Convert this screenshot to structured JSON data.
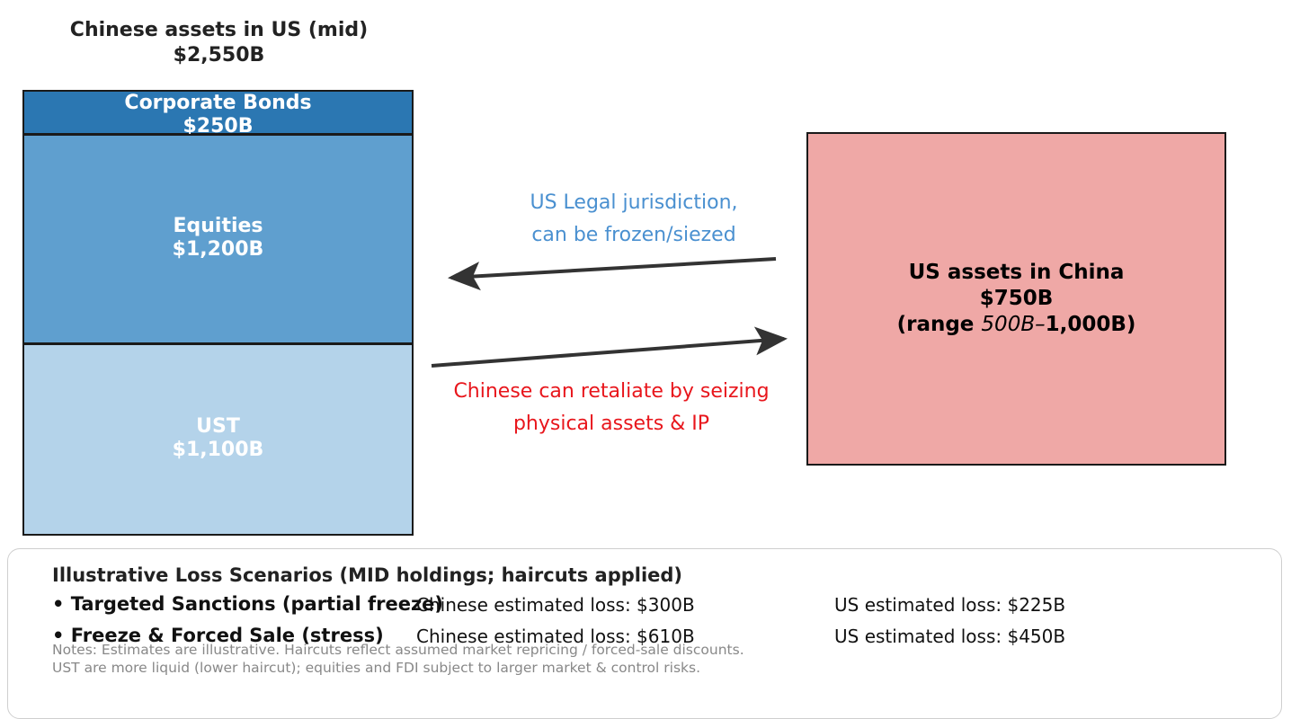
{
  "left_stack": {
    "title": "Chinese assets in US (mid)",
    "total": "$2,550B",
    "blocks": [
      {
        "label": "Corporate Bonds",
        "value": "$250B",
        "color": "#2b77b2"
      },
      {
        "label": "Equities",
        "value": "$1,200B",
        "color": "#5f9fcf"
      },
      {
        "label": "UST",
        "value": "$1,100B",
        "color": "#b4d3ea"
      }
    ]
  },
  "right_box": {
    "title": "US assets in China",
    "value": "$750B",
    "range_prefix": "(range ",
    "range_mid": "500B–",
    "range_suffix": "1,000B)",
    "color": "#efa8a6"
  },
  "arrows": {
    "top_label_line1": "US Legal jurisdiction,",
    "top_label_line2": "can be frozen/siezed",
    "top_label_color": "#4a90d0",
    "bottom_label_line1": "Chinese can retaliate by seizing",
    "bottom_label_line2": "physical assets & IP",
    "bottom_label_color": "#e8161c",
    "arrow_color": "#333333"
  },
  "scenarios": {
    "title": "Illustrative Loss Scenarios (MID holdings; haircuts applied)",
    "items": [
      {
        "name": "• Targeted Sanctions (partial freeze)",
        "china_loss": "Chinese estimated loss: $300B",
        "us_loss": "US estimated loss: $225B"
      },
      {
        "name": "• Freeze & Forced Sale (stress)",
        "china_loss": "Chinese estimated loss: $610B",
        "us_loss": "US estimated loss: $450B"
      }
    ],
    "notes_line1": "Notes: Estimates are illustrative. Haircuts reflect assumed market repricing / forced-sale discounts.",
    "notes_line2": "UST are more liquid (lower haircut); equities and FDI subject to larger market & control risks."
  }
}
